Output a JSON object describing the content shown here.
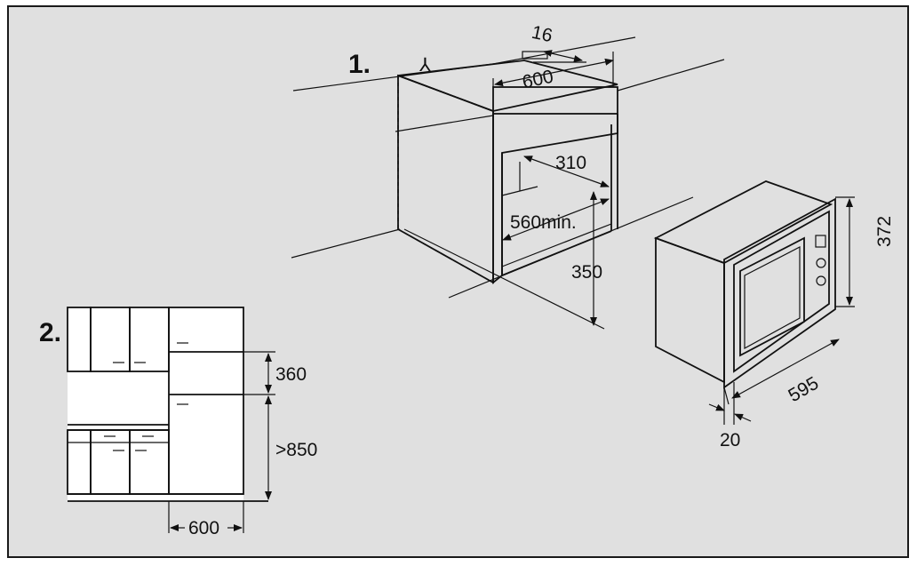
{
  "colors": {
    "background": "#e0e0e0",
    "border": "#1a1a1a",
    "line": "#111111",
    "panel": "#ffffff"
  },
  "steps": {
    "step1": "1.",
    "step2": "2."
  },
  "cabinet": {
    "depth_top": "16",
    "width": "600",
    "inner_depth": "310",
    "min_depth": "560min.",
    "height_above_floor": "350",
    "ground_symbol": "⅄"
  },
  "appliance": {
    "height": "372",
    "width": "595",
    "frame": "20"
  },
  "kitchen": {
    "upper_height": "360",
    "base_height": ">850",
    "width": "600"
  }
}
